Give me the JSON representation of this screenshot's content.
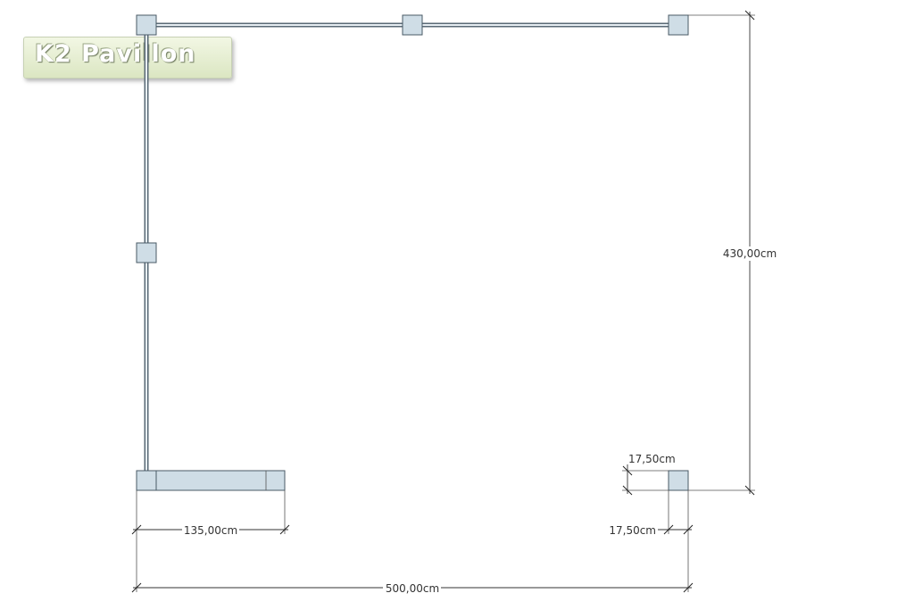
{
  "logo": {
    "text": "K2 Pavillon"
  },
  "dimensions": {
    "overall_width": "500,00cm",
    "overall_depth": "430,00cm",
    "opening_width": "135,00cm",
    "post_size_vertical": "17,50cm",
    "post_size_horizontal": "17,50cm"
  },
  "colors": {
    "post_fill": "#cfdde6",
    "outline": "#4a5a66",
    "dimension_line": "#333333"
  }
}
